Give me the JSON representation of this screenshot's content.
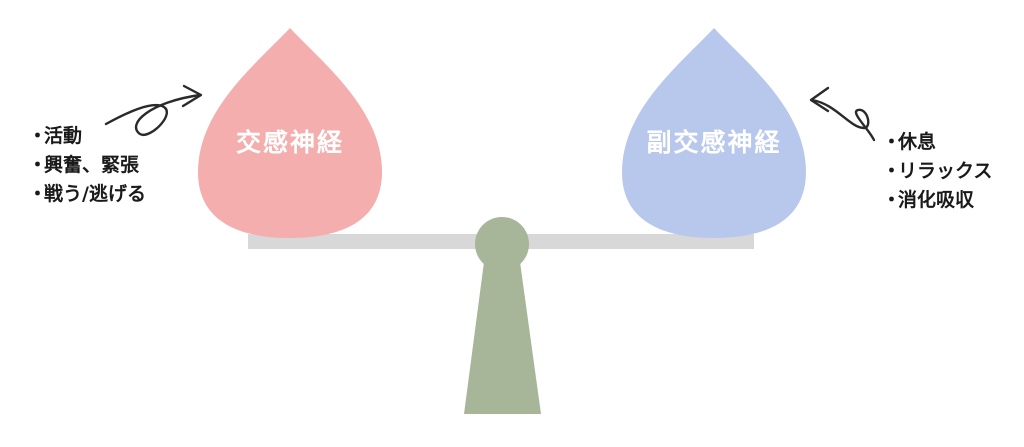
{
  "left": {
    "label": "交感神経",
    "color": "#f4aeae",
    "items": [
      "活動",
      "興奮、緊張",
      "戦う/逃げる"
    ]
  },
  "right": {
    "label": "副交感神経",
    "color": "#b8c8ec",
    "items": [
      "休息",
      "リラックス",
      "消化吸収"
    ]
  },
  "bullet": "・",
  "colors": {
    "beam": "#d8d8d8",
    "fulcrum": "#a7b598",
    "arrow": "#2a2a2a"
  }
}
